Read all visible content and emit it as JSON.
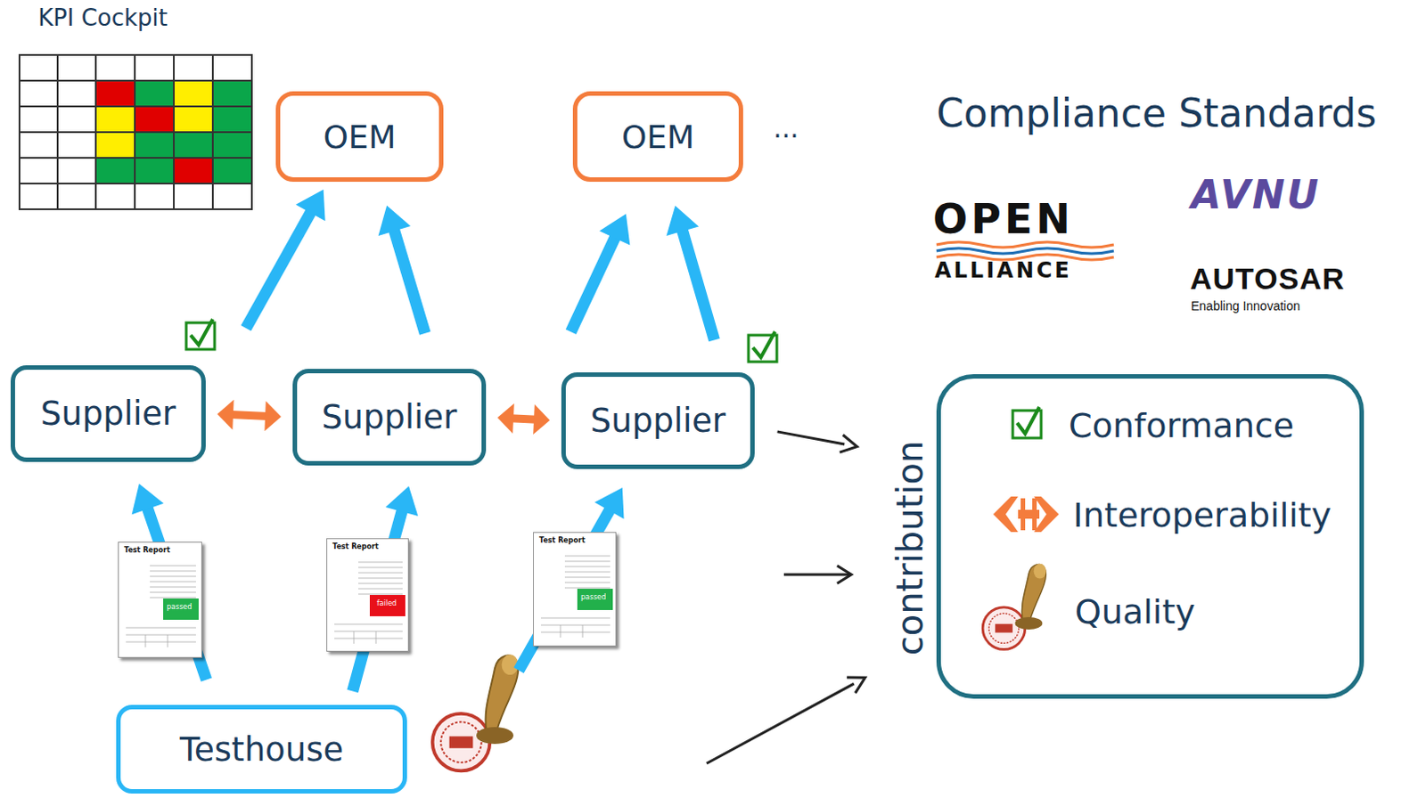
{
  "diagram": {
    "nodes": [
      {
        "text": [
          "OEM"
        ]
      },
      {
        "text": [
          "OEM"
        ]
      },
      {
        "text": [
          "Supplier"
        ]
      },
      {
        "text": [
          "Supplier"
        ]
      },
      {
        "text": [
          "Supplier"
        ]
      },
      {
        "text": [
          "Testhouse"
        ]
      },
      {
        "text": [
          "contribution",
          "Conformance",
          "Interoperability",
          "Quality"
        ]
      }
    ],
    "edges": [
      {
        "from": 2,
        "to": 0,
        "arrow": "to"
      },
      {
        "from": 3,
        "to": 0,
        "arrow": "to"
      },
      {
        "from": 3,
        "to": 1,
        "arrow": "to"
      },
      {
        "from": 4,
        "to": 1,
        "arrow": "to"
      },
      {
        "from": 2,
        "to": 3,
        "arrow": "both"
      },
      {
        "from": 3,
        "to": 4,
        "arrow": "both"
      },
      {
        "from": 5,
        "to": 2,
        "arrow": "to"
      },
      {
        "from": 5,
        "to": 3,
        "arrow": "to"
      },
      {
        "from": 5,
        "to": 4,
        "arrow": "to"
      },
      {
        "from": 4,
        "to": 6,
        "arrow": "to"
      },
      {
        "from": 5,
        "to": 6,
        "arrow": "to"
      }
    ],
    "labels": [
      "KPI Cockpit",
      "...",
      "Compliance Standards",
      "OPEN",
      "ALLIANCE",
      "AVNU",
      "AUTOSAR",
      "Enabling Innovation",
      "Test Report",
      "passed",
      "Test Report",
      "failed",
      "Test Report",
      "passed"
    ]
  }
}
